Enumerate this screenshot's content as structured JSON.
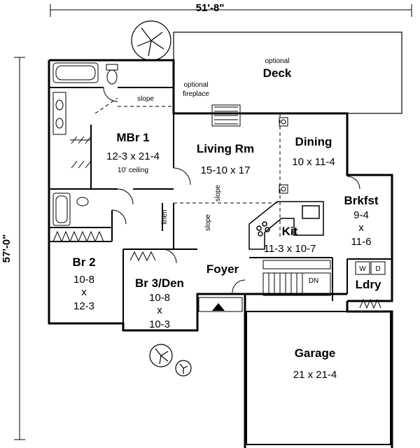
{
  "plan": {
    "overall_width": "51'-8\"",
    "overall_depth": "57'-0\"",
    "deck": {
      "note": "optional",
      "name": "Deck"
    },
    "fireplace_note": "optional fireplace",
    "rooms": {
      "mbr": {
        "name": "MBr 1",
        "size": "12-3 x 21-4",
        "note": "10' ceiling"
      },
      "living": {
        "name": "Living Rm",
        "size": "15-10 x 17"
      },
      "dining": {
        "name": "Dining",
        "size": "10 x 11-4"
      },
      "brkfst": {
        "name": "Brkfst",
        "dim1": "9-4",
        "x": "x",
        "dim2": "11-6"
      },
      "kit": {
        "name": "Kit",
        "size": "11-3 x 10-7"
      },
      "br2": {
        "name": "Br 2",
        "dim1": "10-8",
        "x": "x",
        "dim2": "12-3"
      },
      "br3": {
        "name": "Br 3/Den",
        "dim1": "10-8",
        "x": "x",
        "dim2": "10-3"
      },
      "foyer": {
        "name": "Foyer"
      },
      "ldry": {
        "name": "Ldry"
      },
      "garage": {
        "name": "Garage",
        "size": "21 x 21-4"
      }
    },
    "small_labels": {
      "slope_top": "slope",
      "slope_a": "slope",
      "slope_b": "slope",
      "linen": "linen",
      "dn": "DN",
      "washer": "W",
      "dryer": "D"
    }
  }
}
